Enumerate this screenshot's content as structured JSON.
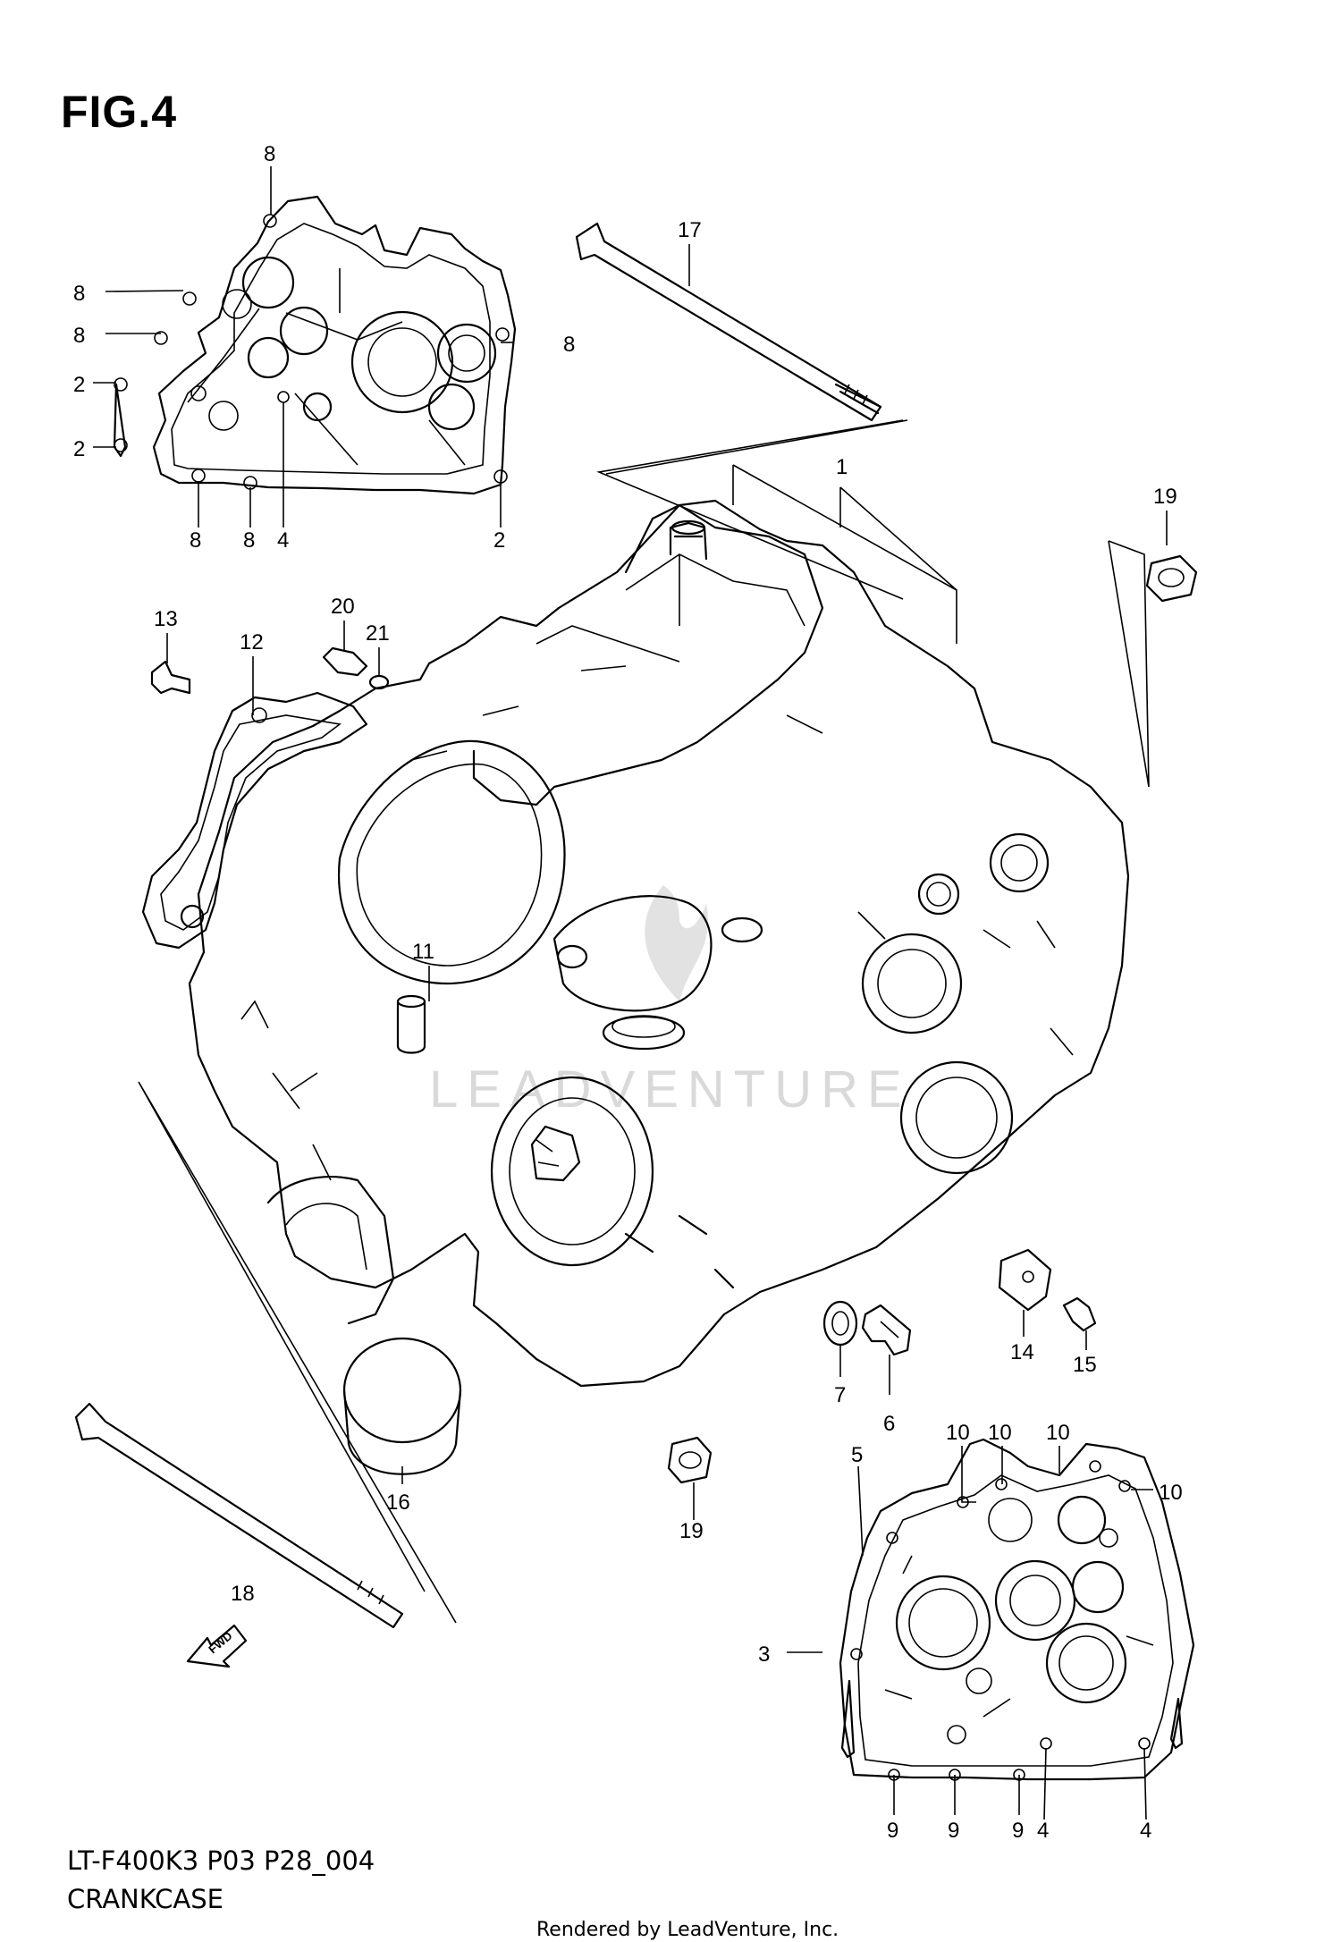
{
  "figure": {
    "title": "FIG.4",
    "model_code": "LT-F400K3 P03 P28_004",
    "diagram_name": "CRANKCASE",
    "credit": "Rendered by LeadVenture, Inc.",
    "watermark": "LEADVENTURE",
    "direction_arrow": "FWD"
  },
  "callouts": {
    "c1": "1",
    "c2a": "2",
    "c2b": "2",
    "c2c": "2",
    "c3": "3",
    "c4a": "4",
    "c4b": "4",
    "c4c": "4",
    "c5": "5",
    "c6": "6",
    "c7": "7",
    "c8a": "8",
    "c8b": "8",
    "c8c": "8",
    "c8d": "8",
    "c8e": "8",
    "c8f": "8",
    "c9a": "9",
    "c9b": "9",
    "c9c": "9",
    "c10a": "10",
    "c10b": "10",
    "c10c": "10",
    "c10d": "10",
    "c11": "11",
    "c12": "12",
    "c13": "13",
    "c14": "14",
    "c15": "15",
    "c16": "16",
    "c17": "17",
    "c18": "18",
    "c19a": "19",
    "c19b": "19",
    "c20": "20",
    "c21": "21"
  }
}
